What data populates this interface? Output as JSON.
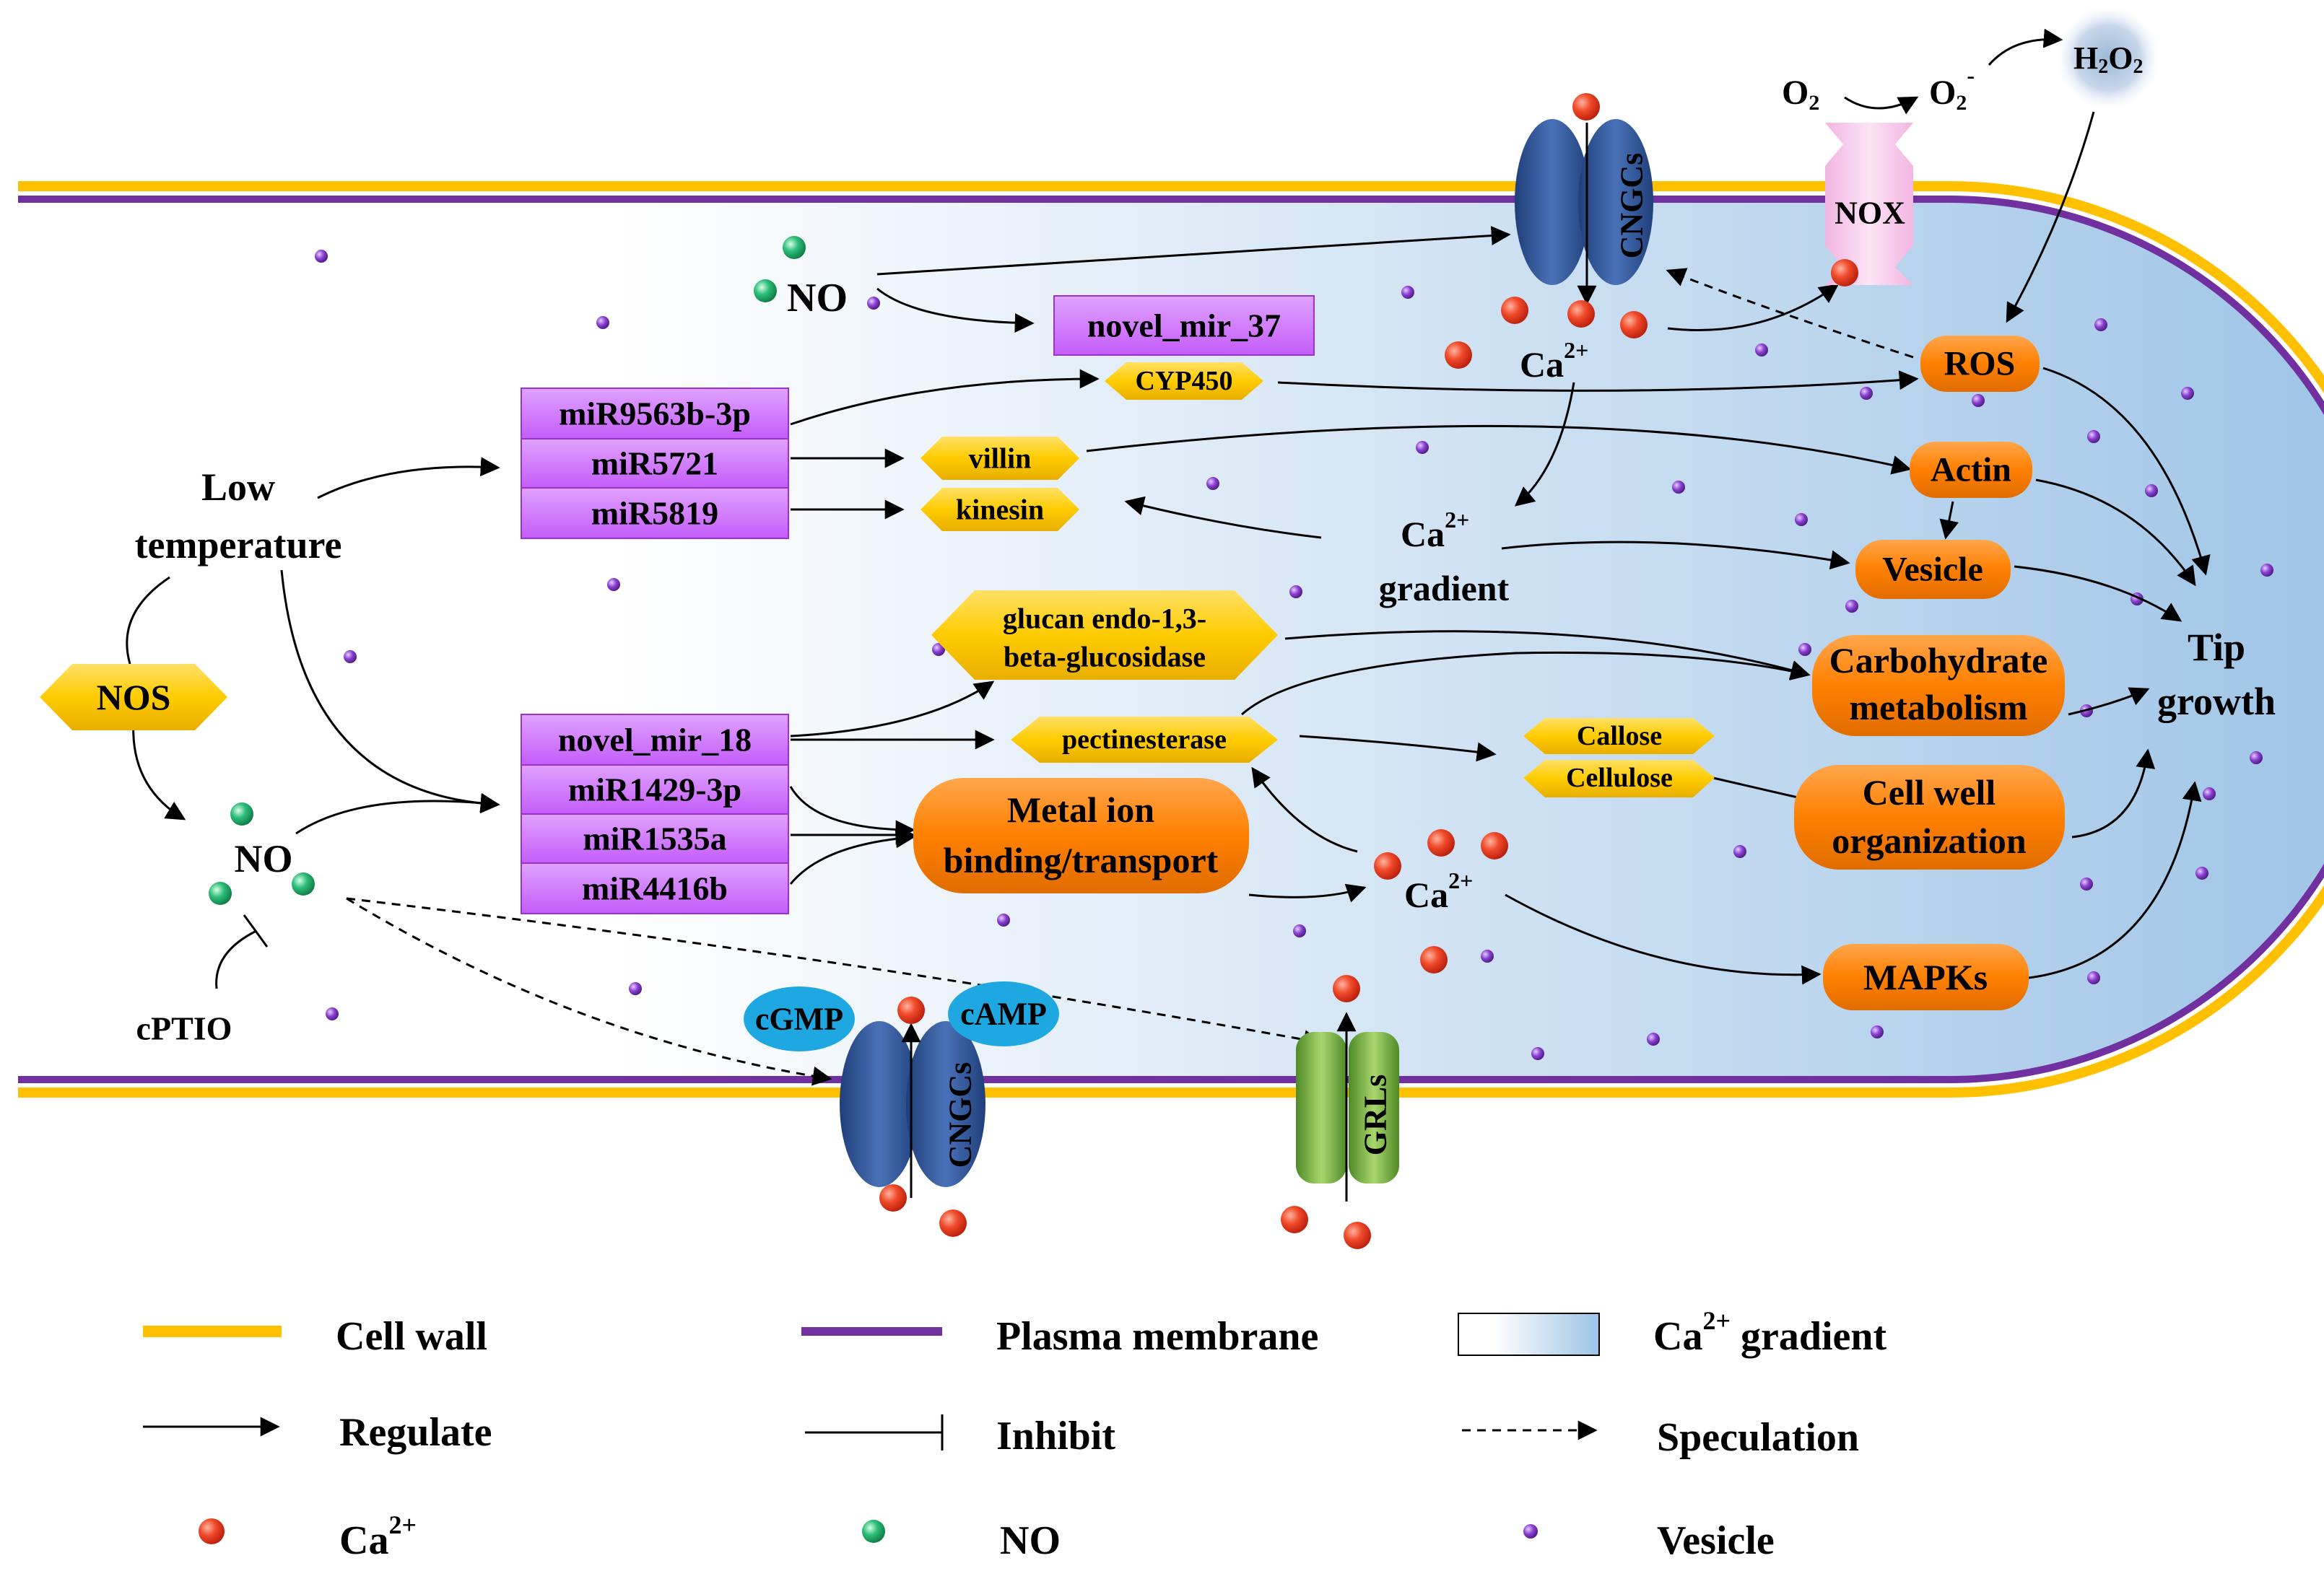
{
  "signals": {
    "no_top": "NO",
    "no_left": "NO",
    "nos": "NOS",
    "cptio": "cPTIO",
    "low_temperature": [
      "Low",
      "temperature"
    ],
    "ca_top": "Ca",
    "ca_mid": "Ca",
    "ca_grad": "Ca",
    "ca_sup": "2+",
    "gradient": "gradient",
    "o2_a": "O",
    "o2_sub": "2",
    "o2_b": "O",
    "o2_minus": "-",
    "h2o2_h": "H",
    "h2o2_2a": "2",
    "h2o2_o": "O",
    "h2o2_2b": "2",
    "tip_growth": [
      "Tip",
      "growth"
    ]
  },
  "mirnas": {
    "novel_mir_37": "novel_mir_37",
    "group1": [
      "miR9563b-3p",
      "miR5721",
      "miR5819"
    ],
    "group2": [
      "novel_mir_18",
      "miR1429-3p",
      "miR1535a",
      "miR4416b"
    ]
  },
  "genes": {
    "cyp450": "CYP450",
    "villin": "villin",
    "kinesin": "kinesin",
    "glucan": [
      "glucan endo-1,3-",
      "beta-glucosidase"
    ],
    "pectinesterase": "pectinesterase",
    "callose": "Callose",
    "cellulose": "Cellulose"
  },
  "processes": {
    "ros": "ROS",
    "actin": "Actin",
    "vesicle": "Vesicle",
    "carbohydrate": [
      "Carbohydrate",
      "metabolism"
    ],
    "cell_wall_org": [
      "Cell well",
      "organization"
    ],
    "mapks": "MAPKs",
    "metal_ion": [
      "Metal ion",
      "binding/transport"
    ]
  },
  "channels": {
    "cngcs_top": "CNGCs",
    "cngcs_bottom": "CNGCs",
    "nox": "NOX",
    "grls": "GRLs",
    "cgmp": "cGMP",
    "camp": "cAMP"
  },
  "legend": {
    "cell_wall": "Cell wall",
    "plasma_membrane": "Plasma membrane",
    "ca_gradient": "Ca",
    "ca_gradient_sup": "2+",
    "ca_gradient_rest": " gradient",
    "regulate": "Regulate",
    "inhibit": "Inhibit",
    "speculation": "Speculation",
    "ca_ion": "Ca",
    "ca_ion_sup": "2+",
    "no": "NO",
    "vesicle": "Vesicle"
  },
  "colors": {
    "cell_wall": "#FFC000",
    "plasma_membrane": "#7030A0",
    "mirna_fill": "#CC66FF",
    "gene_fill": "#FFCC00",
    "process_fill": "#FF8000",
    "channel_blue": "#2F5597",
    "grl_green": "#70AD47",
    "cgmp_cyan": "#1EA7E1",
    "nox_pink": "#F4C6E8",
    "ca_red": "#E8361E",
    "no_green": "#2DBE7A",
    "vesicle_purple": "#8A3FD0",
    "gradient_light": "#FFFFFF",
    "gradient_dark": "#9DC3E6"
  }
}
